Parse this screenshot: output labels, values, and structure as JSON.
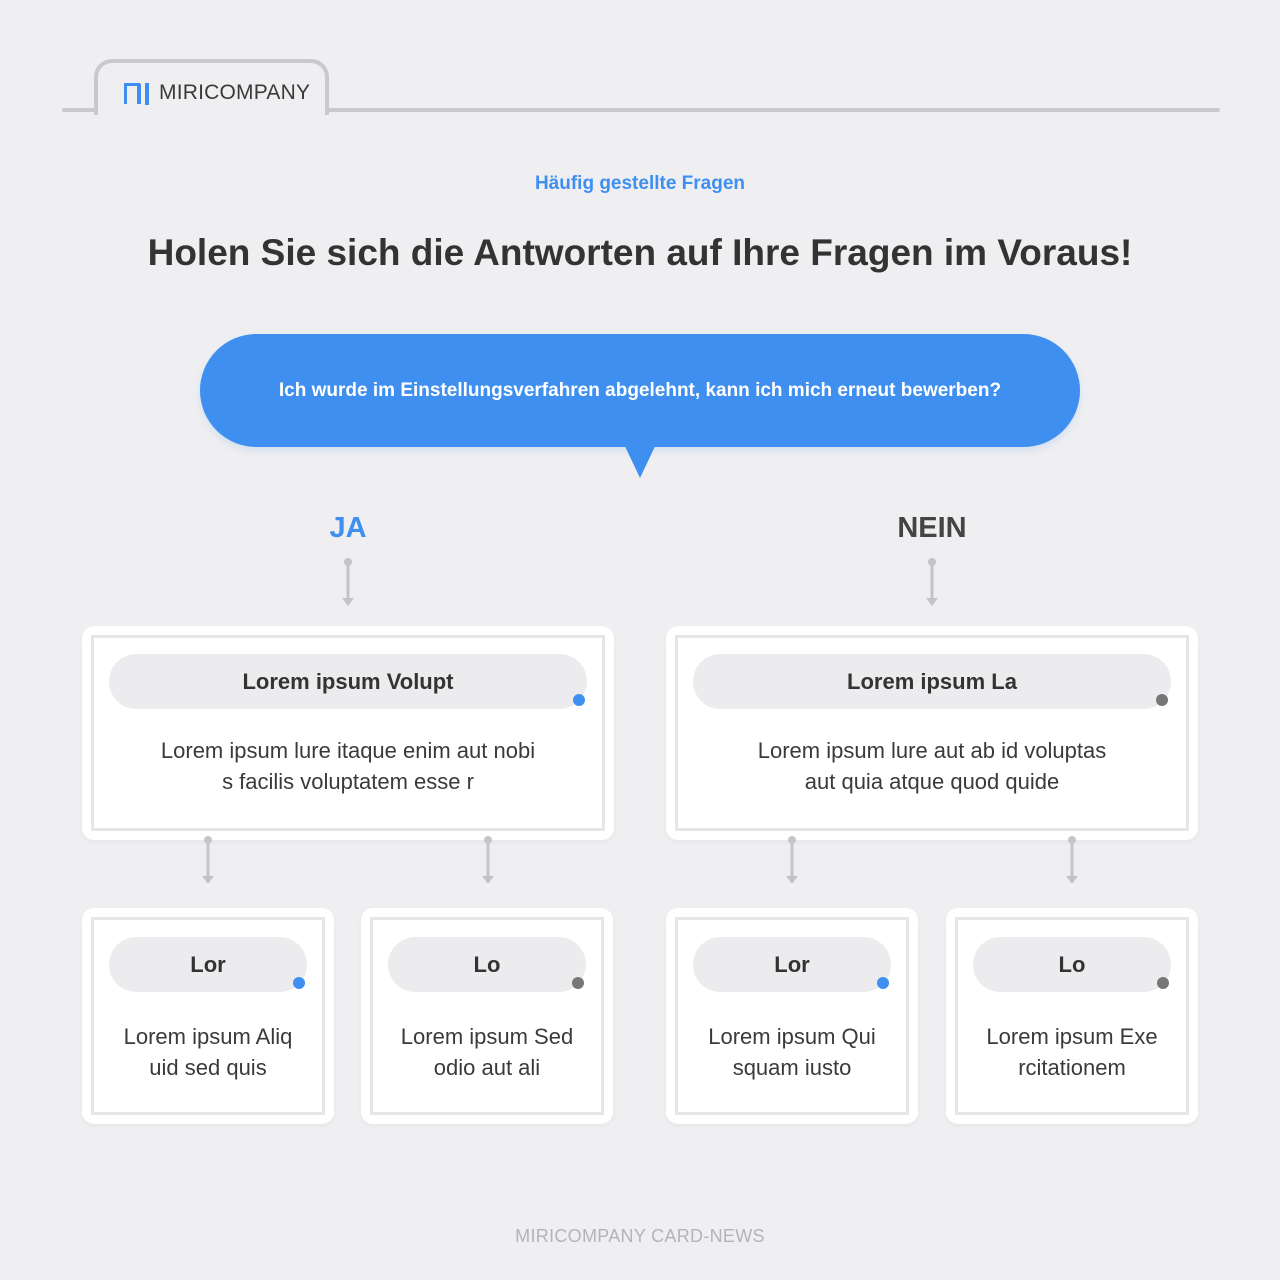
{
  "header": {
    "brand": "MIRICOMPANY",
    "logo_icon": "mi-logo-icon"
  },
  "subtitle": "Häufig gestellte Fragen",
  "title": "Holen Sie sich die Antworten auf Ihre Fragen im Voraus!",
  "question": "Ich wurde im Einstellungsverfahren abgelehnt, kann ich mich erneut bewerben?",
  "branches": {
    "yes": {
      "label": "JA",
      "card": {
        "heading": "Lorem ipsum Volupt",
        "text_line1": "Lorem ipsum lure itaque enim aut nobi",
        "text_line2": "s facilis voluptatem esse r"
      },
      "children": [
        {
          "heading": "Lor",
          "text_line1": "Lorem ipsum Aliq",
          "text_line2": "uid sed quis"
        },
        {
          "heading": "Lo",
          "text_line1": "Lorem ipsum Sed",
          "text_line2": "odio aut ali"
        }
      ]
    },
    "no": {
      "label": "NEIN",
      "card": {
        "heading": "Lorem ipsum La",
        "text_line1": "Lorem ipsum lure aut ab id voluptas",
        "text_line2": "aut quia atque quod quide"
      },
      "children": [
        {
          "heading": "Lor",
          "text_line1": "Lorem ipsum Qui",
          "text_line2": "squam iusto"
        },
        {
          "heading": "Lo",
          "text_line1": "Lorem ipsum Exe",
          "text_line2": "rcitationem"
        }
      ]
    }
  },
  "footer": "MIRICOMPANY CARD-NEWS",
  "colors": {
    "accent": "#3f8ff0",
    "background": "#efeff1",
    "dot_gray": "#777777"
  }
}
